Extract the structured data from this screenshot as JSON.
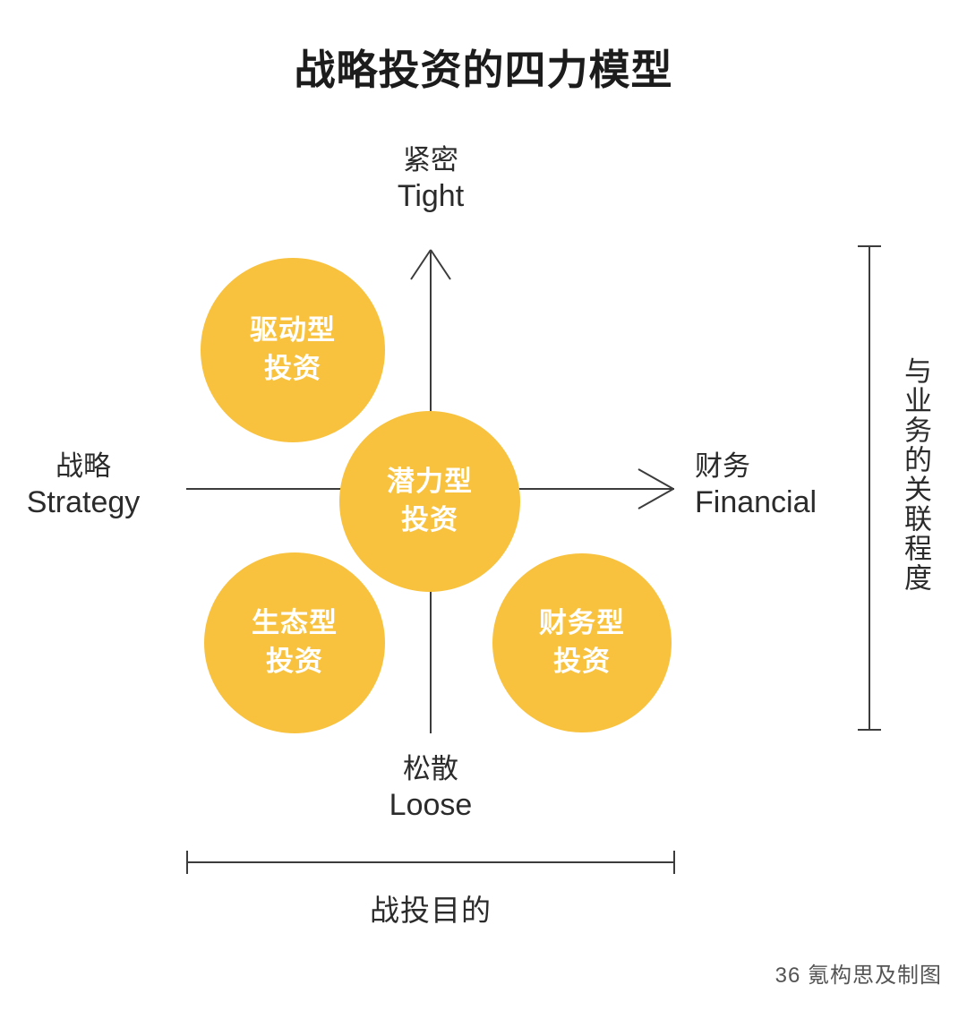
{
  "title": "战略投资的四力模型",
  "axes": {
    "top": {
      "cn": "紧密",
      "en": "Tight"
    },
    "bottom": {
      "cn": "松散",
      "en": "Loose"
    },
    "left": {
      "cn": "战略",
      "en": "Strategy"
    },
    "right": {
      "cn": "财务",
      "en": "Financial"
    }
  },
  "brackets": {
    "vertical_label": "与业务的关联程度",
    "horizontal_label": "战投目的"
  },
  "bubbles": [
    {
      "id": "driven",
      "line1": "驱动型",
      "line2": "投资"
    },
    {
      "id": "potential",
      "line1": "潜力型",
      "line2": "投资"
    },
    {
      "id": "ecological",
      "line1": "生态型",
      "line2": "投资"
    },
    {
      "id": "financial",
      "line1": "财务型",
      "line2": "投资"
    }
  ],
  "credit": "36 氪构思及制图",
  "colors": {
    "bubble": "#F8C23F",
    "line": "#3C3C3C",
    "text": "#2B2B2B",
    "background": "#FFFFFF"
  },
  "chart_data": {
    "type": "scatter",
    "title": "战略投资的四力模型",
    "xlabel": "战投目的",
    "ylabel": "与业务的关联程度",
    "x_axis": {
      "left_label_cn": "战略",
      "left_label_en": "Strategy",
      "right_label_cn": "财务",
      "right_label_en": "Financial"
    },
    "y_axis": {
      "top_label_cn": "紧密",
      "top_label_en": "Tight",
      "bottom_label_cn": "松散",
      "bottom_label_en": "Loose"
    },
    "grid": false,
    "legend": "none",
    "points": [
      {
        "label": "驱动型投资",
        "x": -0.62,
        "y": 0.72,
        "size": 206,
        "quadrant": "strategy-tight"
      },
      {
        "label": "潜力型投资",
        "x": 0.0,
        "y": 0.0,
        "size": 202,
        "quadrant": "center"
      },
      {
        "label": "生态型投资",
        "x": -0.58,
        "y": -0.65,
        "size": 202,
        "quadrant": "strategy-loose"
      },
      {
        "label": "财务型投资",
        "x": 0.62,
        "y": -0.66,
        "size": 200,
        "quadrant": "financial-loose"
      }
    ]
  }
}
